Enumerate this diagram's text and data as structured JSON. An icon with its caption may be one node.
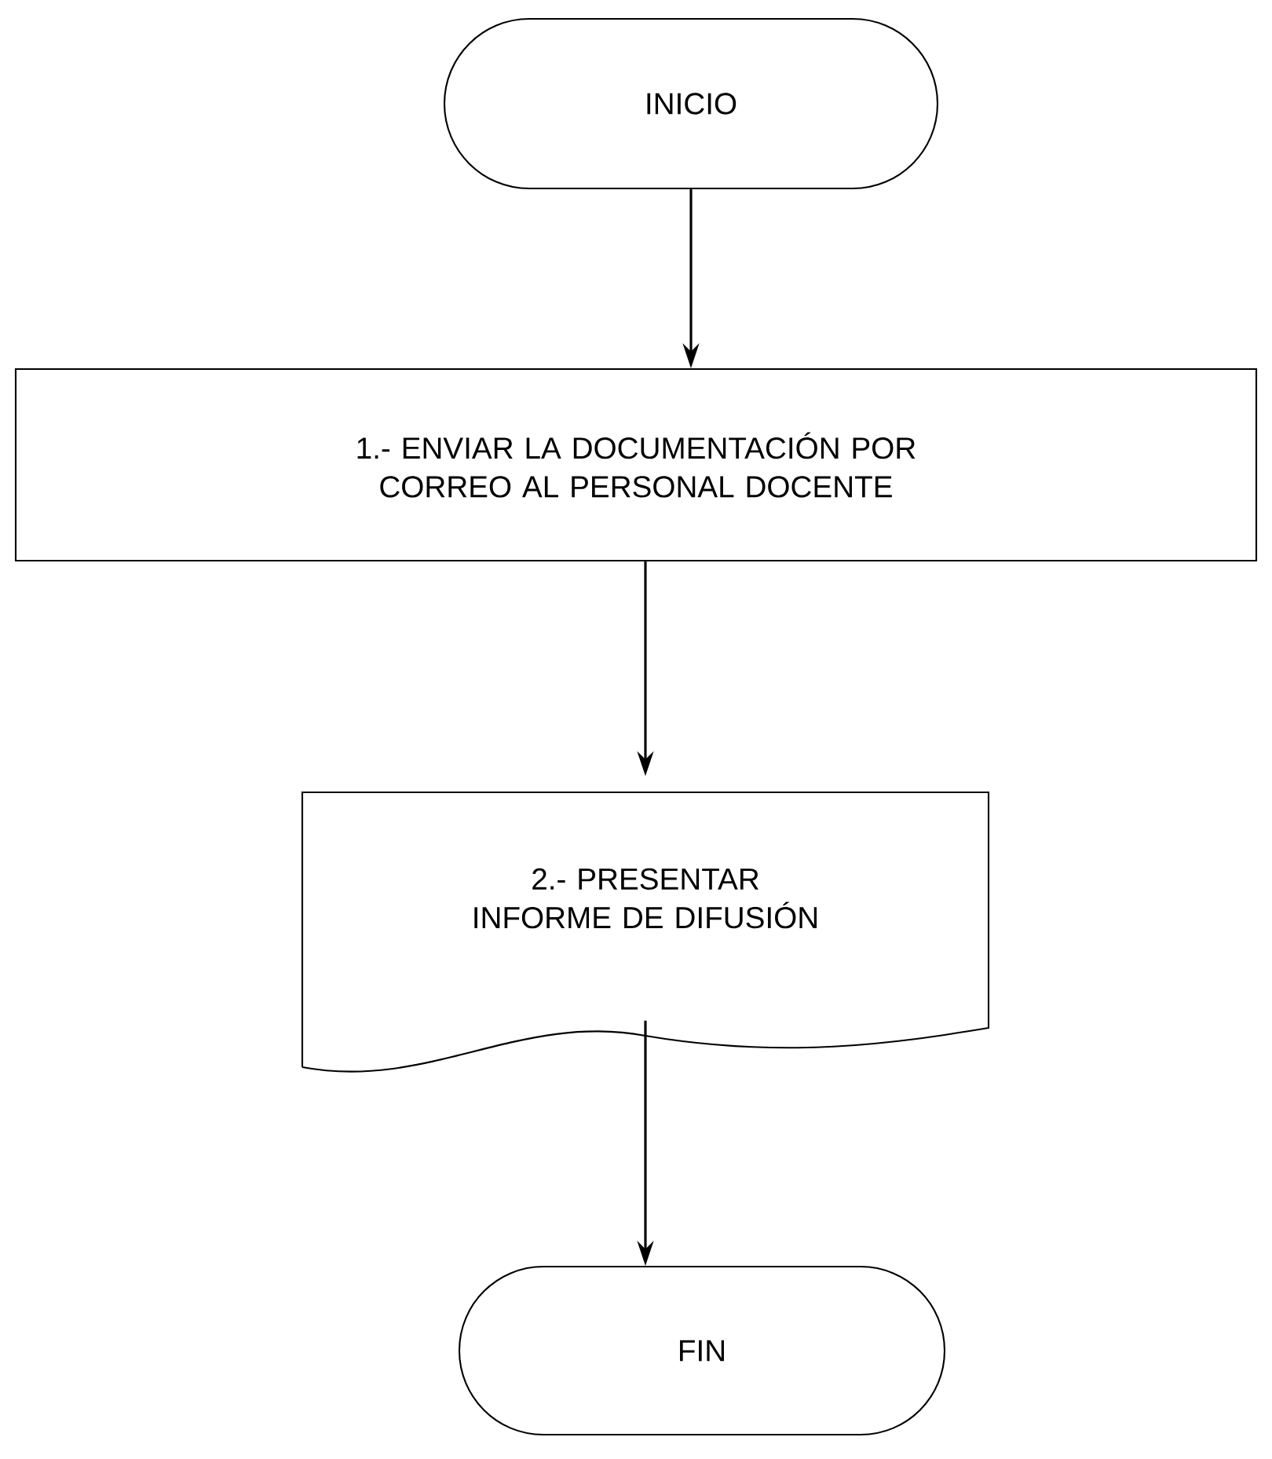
{
  "diagram": {
    "nodes": [
      {
        "text": [
          "INICIO"
        ]
      },
      {
        "text": [
          "1.- ENVIAR LA DOCUMENTACIÓN POR CORREO AL PERSONAL DOCENTE"
        ]
      },
      {
        "text": [
          "2.- PRESENTAR INFORME DE DIFUSIÓN"
        ]
      },
      {
        "text": [
          "FIN"
        ]
      }
    ],
    "edges": [
      {
        "from": 0,
        "to": 1,
        "arrow": "to"
      },
      {
        "from": 1,
        "to": 2,
        "arrow": "to"
      },
      {
        "from": 2,
        "to": 3,
        "arrow": "to"
      }
    ]
  }
}
